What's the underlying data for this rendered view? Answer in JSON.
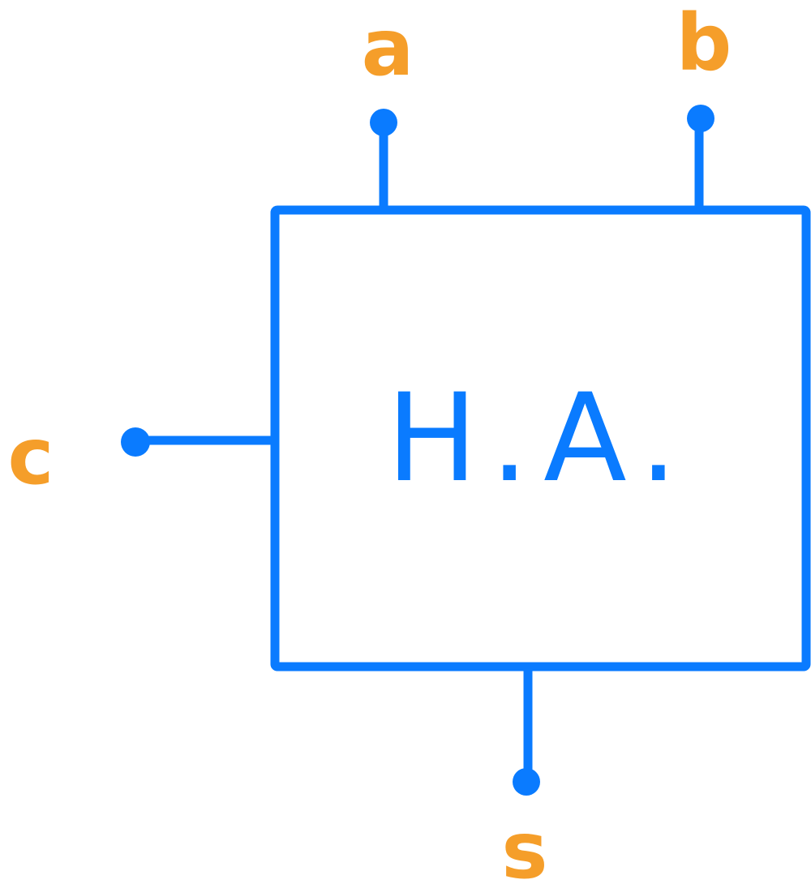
{
  "block": {
    "label": "H.A."
  },
  "ports": {
    "a": "a",
    "b": "b",
    "c": "c",
    "s": "s"
  },
  "colors": {
    "stroke": "#0a7bff",
    "label": "#f59e2a",
    "background": "#ffffff"
  }
}
